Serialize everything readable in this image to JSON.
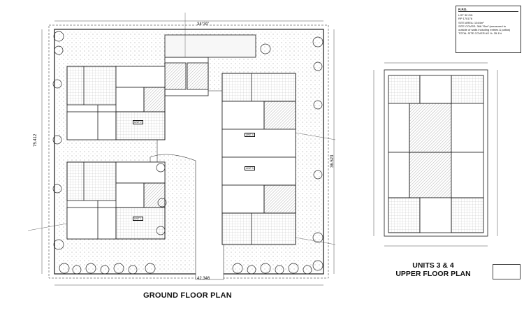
{
  "titles": {
    "ground": "GROUND FLOOR PLAN",
    "upper_line1": "UNITS 3 & 4",
    "upper_line2": "UPPER FLOOR PLAN"
  },
  "info_box": {
    "heading": "R.P.D.",
    "lot": "LOT 32 ON",
    "rp": "RP 170176",
    "site_area": "SITE AREA: 1044m²",
    "site_cover": "SITE COVER: 366.76m² (measured to",
    "site_cover_note": "outside of walls including entries & patios)",
    "total": "TOTAL SITE COVER AS %: 35.1%"
  },
  "dimensions": {
    "top": "34°30'",
    "bottom": "42.346",
    "left": "75.412",
    "right": "36.523"
  },
  "units": {
    "unit1": "UNIT 1",
    "unit2": "UNIT 2",
    "unit3": "UNIT 3",
    "unit4": "UNIT 4"
  },
  "colors": {
    "line": "#1a1a1a",
    "hatch": "#555555",
    "tree": "#2a2a2a"
  }
}
